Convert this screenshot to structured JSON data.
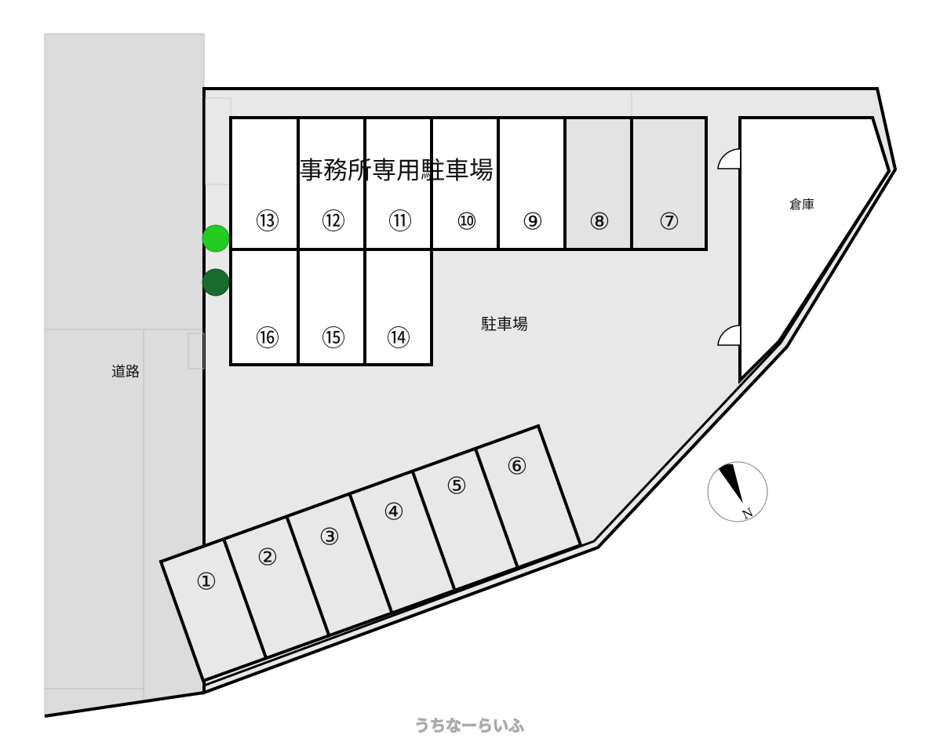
{
  "labels": {
    "office_parking": "事務所専用駐車場",
    "parking": "駐車場",
    "warehouse": "倉庫",
    "road": "道路",
    "compass_north": "N",
    "watermark": "うちなーらいふ"
  },
  "slots": {
    "top_row": [
      "⑬",
      "⑫",
      "⑪",
      "⑩",
      "⑨",
      "⑧",
      "⑦"
    ],
    "second_row": [
      "⑯",
      "⑮",
      "⑭"
    ],
    "angled_row": [
      "①",
      "②",
      "③",
      "④",
      "⑤",
      "⑥"
    ]
  },
  "colors": {
    "lot": "#e8e8e8",
    "road": "#dcdcdc",
    "reserved_slot": "#e3e3e3",
    "tree_light": "#22cc22",
    "tree_dark": "#1a6b2e"
  }
}
